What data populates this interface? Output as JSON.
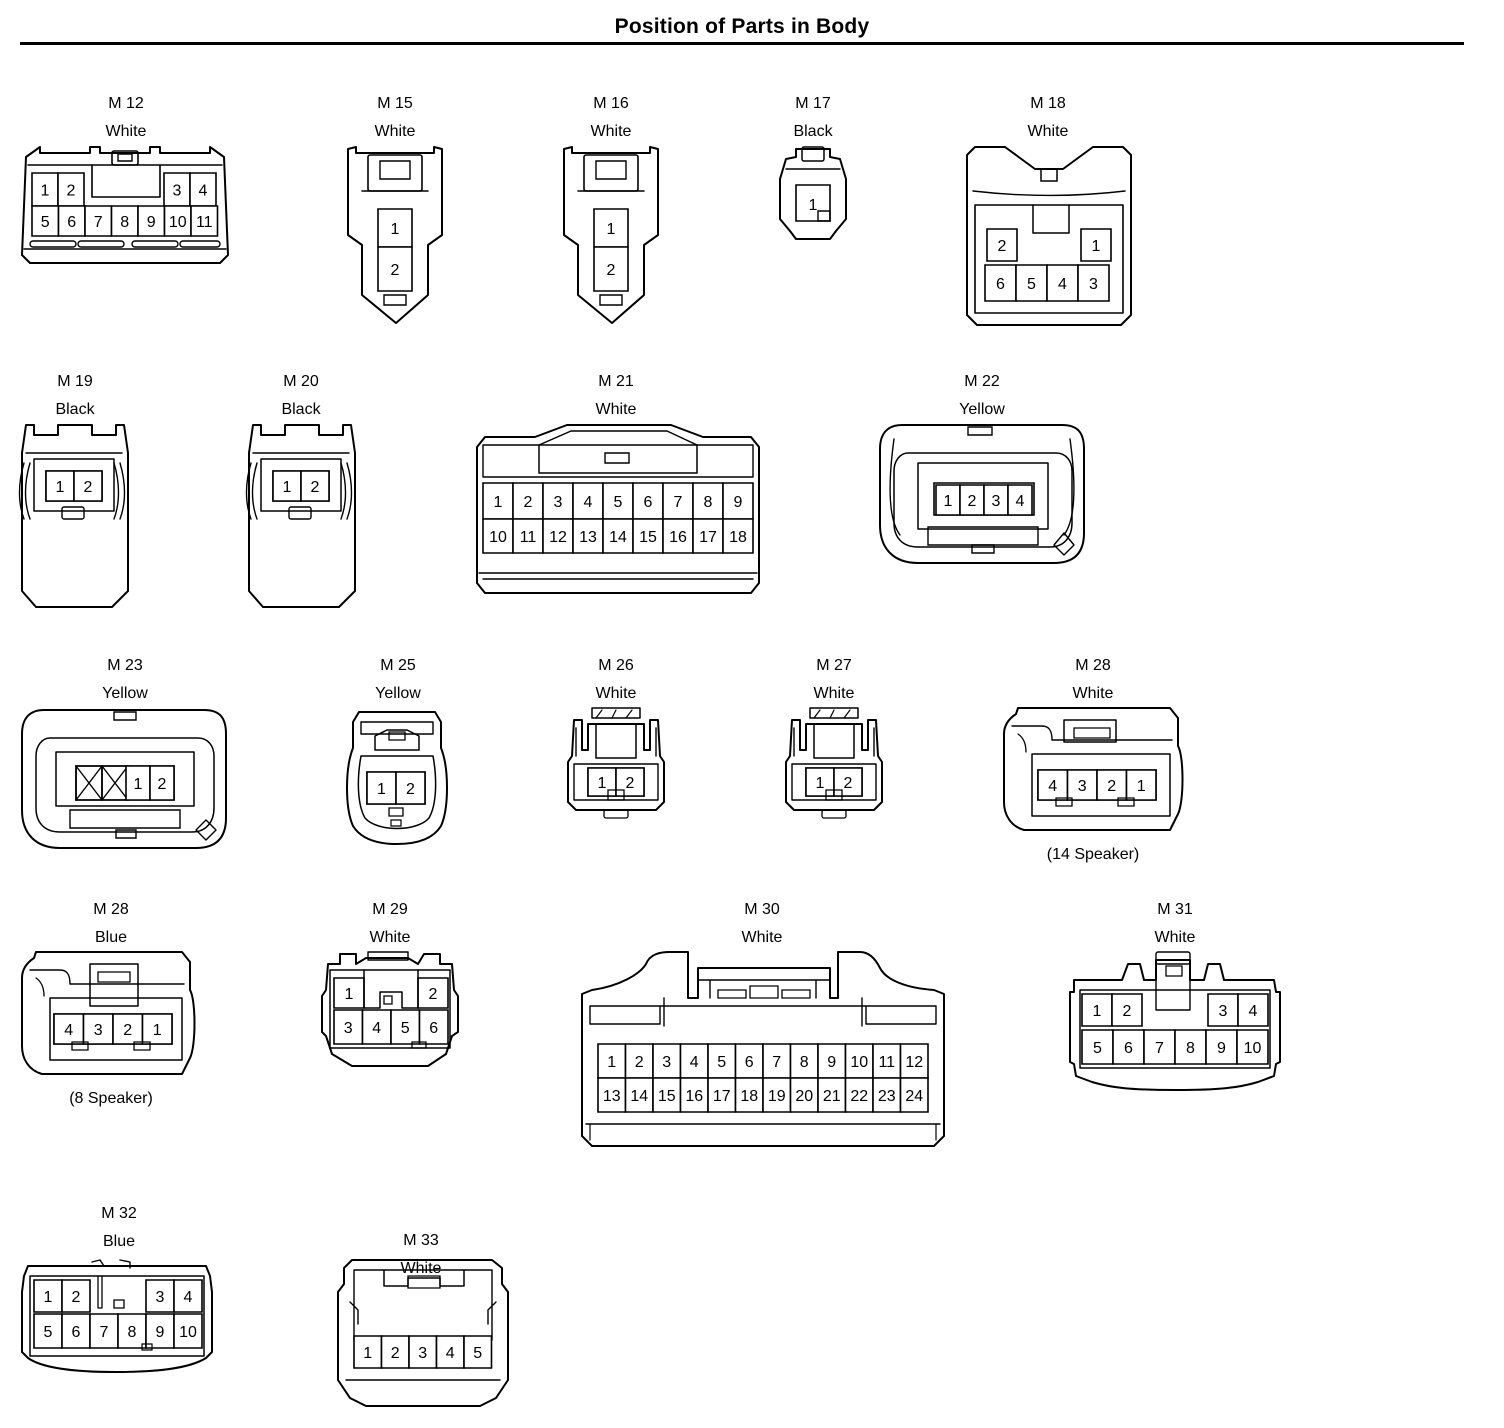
{
  "title": "Position of Parts in Body",
  "connectors": [
    {
      "id": "m12",
      "code": "M 12",
      "color": "White",
      "pins": [
        "1",
        "2",
        "3",
        "4",
        "5",
        "6",
        "7",
        "8",
        "9",
        "10",
        "11"
      ]
    },
    {
      "id": "m15",
      "code": "M 15",
      "color": "White",
      "pins": [
        "1",
        "2"
      ]
    },
    {
      "id": "m16",
      "code": "M 16",
      "color": "White",
      "pins": [
        "1",
        "2"
      ]
    },
    {
      "id": "m17",
      "code": "M 17",
      "color": "Black",
      "pins": [
        "1"
      ]
    },
    {
      "id": "m18",
      "code": "M 18",
      "color": "White",
      "pins": [
        "2",
        "1",
        "6",
        "5",
        "4",
        "3"
      ]
    },
    {
      "id": "m19",
      "code": "M 19",
      "color": "Black",
      "pins": [
        "1",
        "2"
      ]
    },
    {
      "id": "m20",
      "code": "M 20",
      "color": "Black",
      "pins": [
        "1",
        "2"
      ]
    },
    {
      "id": "m21",
      "code": "M 21",
      "color": "White",
      "pins": [
        "1",
        "2",
        "3",
        "4",
        "5",
        "6",
        "7",
        "8",
        "9",
        "10",
        "11",
        "12",
        "13",
        "14",
        "15",
        "16",
        "17",
        "18"
      ]
    },
    {
      "id": "m22",
      "code": "M 22",
      "color": "Yellow",
      "pins": [
        "1",
        "2",
        "3",
        "4"
      ]
    },
    {
      "id": "m23",
      "code": "M 23",
      "color": "Yellow",
      "pins": [
        "1",
        "2"
      ]
    },
    {
      "id": "m25",
      "code": "M 25",
      "color": "Yellow",
      "pins": [
        "1",
        "2"
      ]
    },
    {
      "id": "m26",
      "code": "M 26",
      "color": "White",
      "pins": [
        "1",
        "2"
      ]
    },
    {
      "id": "m27",
      "code": "M 27",
      "color": "White",
      "pins": [
        "1",
        "2"
      ]
    },
    {
      "id": "m28a",
      "code": "M 28",
      "color": "White",
      "note": "(14 Speaker)",
      "pins": [
        "4",
        "3",
        "2",
        "1"
      ]
    },
    {
      "id": "m28b",
      "code": "M 28",
      "color": "Blue",
      "note": "(8 Speaker)",
      "pins": [
        "4",
        "3",
        "2",
        "1"
      ]
    },
    {
      "id": "m29",
      "code": "M 29",
      "color": "White",
      "pins": [
        "1",
        "2",
        "3",
        "4",
        "5",
        "6"
      ]
    },
    {
      "id": "m30",
      "code": "M 30",
      "color": "White",
      "pins": [
        "1",
        "2",
        "3",
        "4",
        "5",
        "6",
        "7",
        "8",
        "9",
        "10",
        "11",
        "12",
        "13",
        "14",
        "15",
        "16",
        "17",
        "18",
        "19",
        "20",
        "21",
        "22",
        "23",
        "24"
      ]
    },
    {
      "id": "m31",
      "code": "M 31",
      "color": "White",
      "pins": [
        "1",
        "2",
        "3",
        "4",
        "5",
        "6",
        "7",
        "8",
        "9",
        "10"
      ]
    },
    {
      "id": "m32",
      "code": "M 32",
      "color": "Blue",
      "pins": [
        "1",
        "2",
        "3",
        "4",
        "5",
        "6",
        "7",
        "8",
        "9",
        "10"
      ]
    },
    {
      "id": "m33",
      "code": "M 33",
      "color": "White",
      "pins": [
        "1",
        "2",
        "3",
        "4",
        "5"
      ]
    }
  ]
}
